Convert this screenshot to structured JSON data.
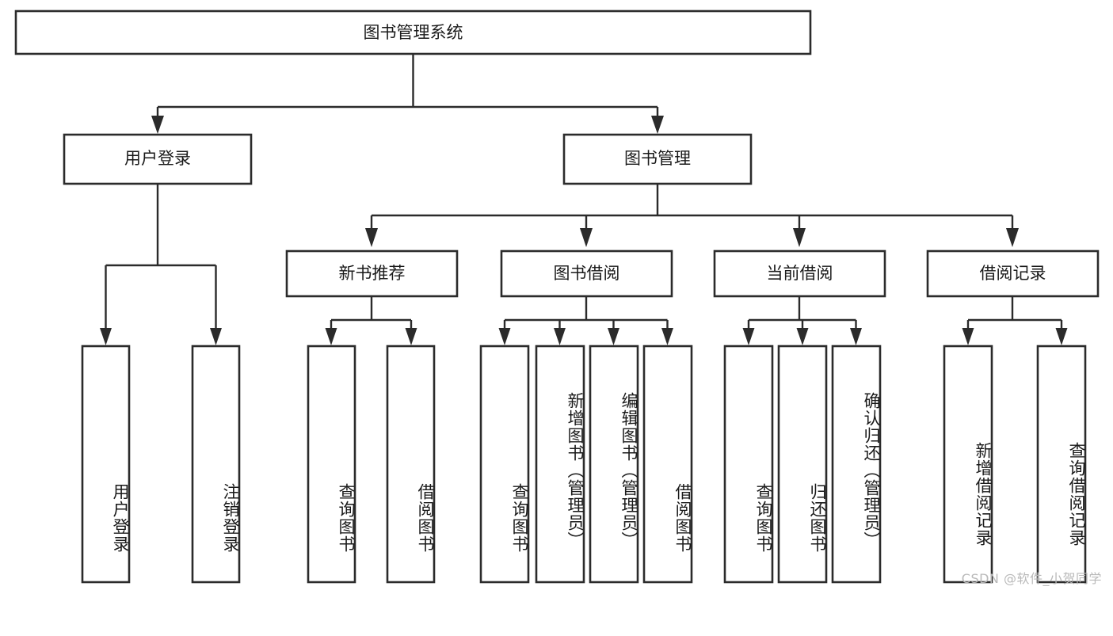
{
  "diagram": {
    "title": "图书管理系统",
    "type": "tree-hierarchy-diagram",
    "colors": {
      "box_stroke": "#2b2b2b",
      "box_fill": "#ffffff",
      "connector": "#2b2b2b",
      "text": "#1a1a1a",
      "background": "#ffffff",
      "watermark": "#b9b9b9"
    },
    "root": {
      "label": "图书管理系统"
    },
    "level2": [
      {
        "label": "用户登录"
      },
      {
        "label": "图书管理"
      }
    ],
    "level3": [
      {
        "label": "新书推荐"
      },
      {
        "label": "图书借阅"
      },
      {
        "label": "当前借阅"
      },
      {
        "label": "借阅记录"
      }
    ],
    "leaves": {
      "user_login": [
        {
          "label": "用户登录"
        },
        {
          "label": "注销登录"
        }
      ],
      "new_book_recommend": [
        {
          "label": "查询图书"
        },
        {
          "label": "借阅图书"
        }
      ],
      "book_borrow": [
        {
          "label": "查询图书"
        },
        {
          "label": "新增图书（管理员）"
        },
        {
          "label": "编辑图书（管理员）"
        },
        {
          "label": "借阅图书"
        }
      ],
      "current_borrow": [
        {
          "label": "查询图书"
        },
        {
          "label": "归还图书"
        },
        {
          "label": "确认归还（管理员）"
        }
      ],
      "borrow_record": [
        {
          "label": "新增借阅记录"
        },
        {
          "label": "查询借阅记录"
        }
      ]
    }
  },
  "watermark": {
    "text": "CSDN @软件_小贺同学"
  }
}
